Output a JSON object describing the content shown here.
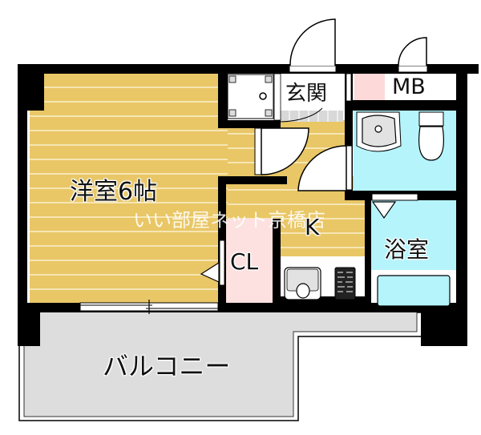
{
  "floorplan": {
    "layout_type": "1K",
    "rooms": {
      "western_room": {
        "label": "洋室6帖",
        "size_jo": 6,
        "color": "#e9c766"
      },
      "entrance": {
        "label": "玄関"
      },
      "meter_box": {
        "label": "MB"
      },
      "kitchen": {
        "label": "K",
        "color": "#e9c766"
      },
      "closet": {
        "label": "CL",
        "color": "#fde0e0"
      },
      "bathroom": {
        "label": "浴室",
        "color": "#b5f4fb"
      },
      "balcony": {
        "label": "バルコニー",
        "color": "#dddddd"
      }
    },
    "fixtures": [
      "washing-machine-space",
      "washbasin",
      "toilet",
      "bathtub",
      "kitchen-sink",
      "stove",
      "entrance-door",
      "meter-box-door",
      "sliding-window"
    ],
    "watermark": "いい部屋ネット京橋店"
  }
}
